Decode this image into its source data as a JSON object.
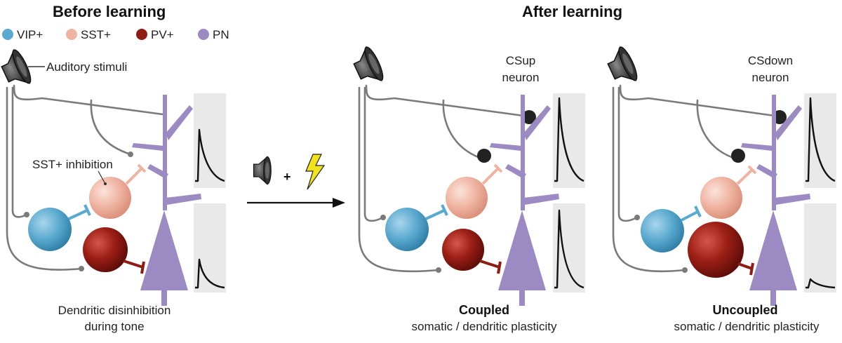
{
  "colors": {
    "vip": "#5aa9cf",
    "sst": "#efb3a1",
    "pv": "#8e1b14",
    "pn": "#9c8bc3",
    "axon": "#7a7a7a",
    "bolt": "#f2e21a"
  },
  "legend": [
    {
      "label": "VIP+",
      "color": "#5aa9cf"
    },
    {
      "label": "SST+",
      "color": "#efb3a1"
    },
    {
      "label": "PV+",
      "color": "#8e1b14"
    },
    {
      "label": "PN",
      "color": "#9c8bc3"
    }
  ],
  "before": {
    "title": "Before learning",
    "stimulus_label": "Auditory stimuli",
    "inhibition_label": "SST+ inhibition",
    "caption_line1": "Dendritic disinhibition",
    "caption_line2": "during tone"
  },
  "conditioning": {
    "plus": "+",
    "icons": [
      "speaker-icon",
      "lightning-icon",
      "arrow-icon"
    ]
  },
  "after": {
    "title": "After learning",
    "csup": {
      "name_line1": "CSup",
      "name_line2": "neuron",
      "caption_bold": "Coupled",
      "caption": "somatic / dendritic plasticity"
    },
    "csdown": {
      "name_line1": "CSdown",
      "name_line2": "neuron",
      "caption_bold": "Uncoupled",
      "caption": "somatic / dendritic plasticity"
    }
  }
}
